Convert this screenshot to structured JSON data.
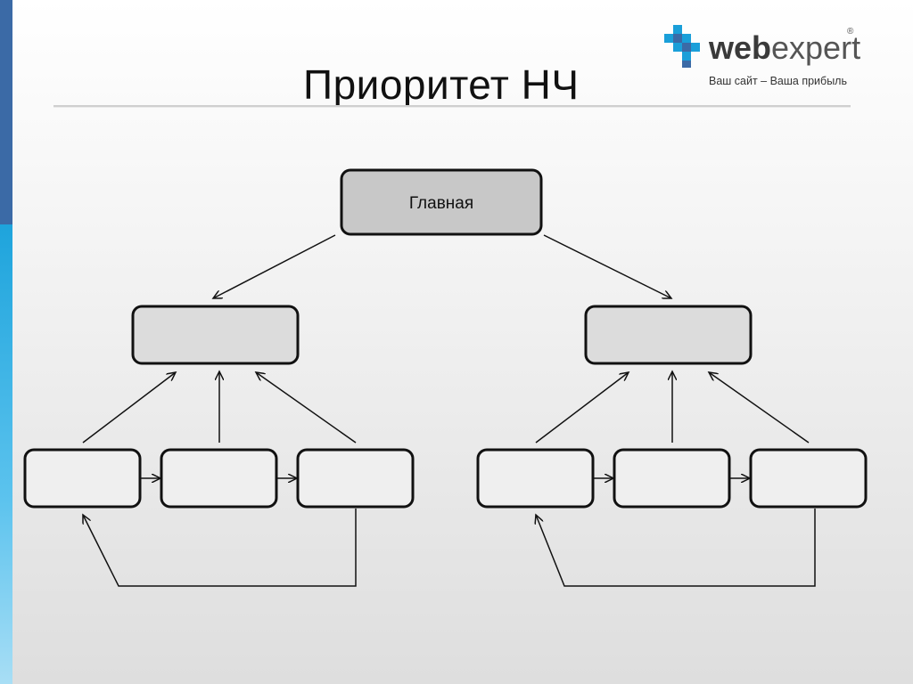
{
  "slide": {
    "title": "Приоритет НЧ"
  },
  "logo": {
    "brand_bold": "web",
    "brand_regular": "expert",
    "registered_mark": "®",
    "tagline": "Ваш сайт – Ваша прибыль",
    "icon": "webexpert-plus-icon"
  },
  "diagram": {
    "root_label": "Главная",
    "colors": {
      "root_fill": "#c8c8c8",
      "mid_fill": "#dcdcdc",
      "leaf_fill": "#efefef",
      "stroke": "#111111"
    }
  }
}
